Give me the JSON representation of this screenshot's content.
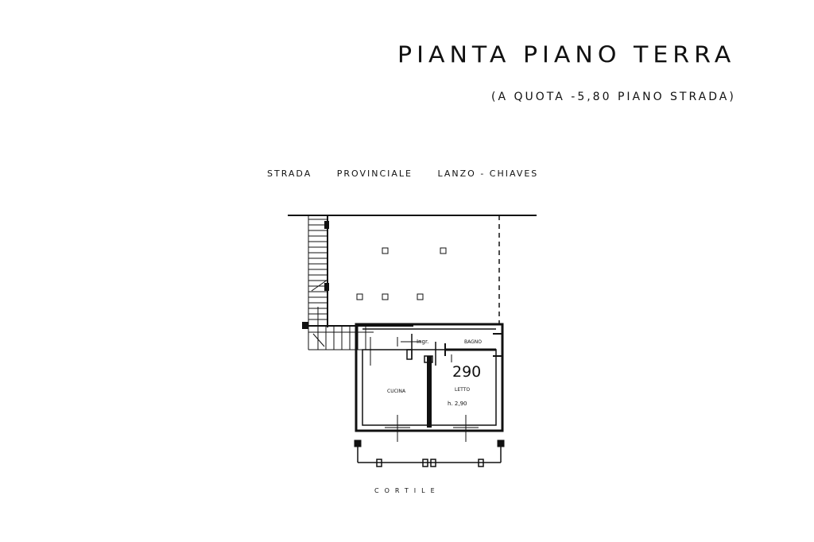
{
  "title": "PIANTA PIANO TERRA",
  "subtitle": "(A QUOTA -5,80 PIANO STRADA)",
  "road": {
    "part1": "STRADA",
    "part2": "PROVINCIALE",
    "part3": "LANZO - CHIAVES"
  },
  "courtyard_label": "CORTILE",
  "rooms": {
    "ingresso": "Ingr.",
    "bagno": "BAGNO",
    "cucina": "CUCINA",
    "letto": "LETTO",
    "letto_height": "h. 2,90"
  },
  "height_mark": "290"
}
